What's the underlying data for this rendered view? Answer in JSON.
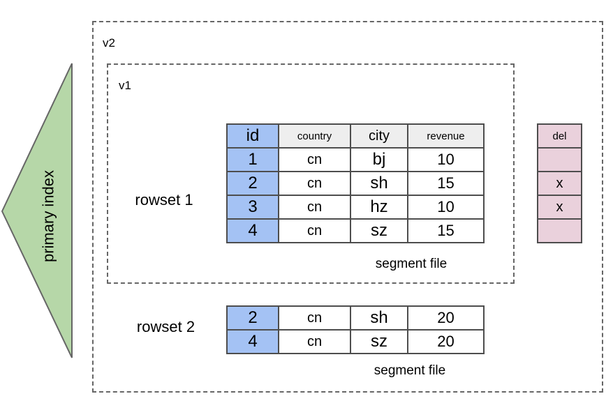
{
  "labels": {
    "v2": "v2",
    "v1": "v1",
    "primary_index": "primary index"
  },
  "rowset1": {
    "label": "rowset 1",
    "caption": "segment file",
    "headers": [
      "id",
      "country",
      "city",
      "revenue"
    ],
    "rows": [
      [
        "1",
        "cn",
        "bj",
        "10"
      ],
      [
        "2",
        "cn",
        "sh",
        "15"
      ],
      [
        "3",
        "cn",
        "hz",
        "10"
      ],
      [
        "4",
        "cn",
        "sz",
        "15"
      ]
    ]
  },
  "del_column": {
    "header": "del",
    "cells": [
      "",
      "x",
      "x",
      ""
    ]
  },
  "rowset2": {
    "label": "rowset 2",
    "caption": "segment file",
    "rows": [
      [
        "2",
        "cn",
        "sh",
        "20"
      ],
      [
        "4",
        "cn",
        "sz",
        "20"
      ]
    ]
  },
  "colors": {
    "id_cell": "#a4c2f4",
    "header_cell": "#eeeeee",
    "del_cell": "#ead1dc",
    "triangle_fill": "#b6d7a8",
    "table_border": "#4d4d4d",
    "dashed_border": "#666666",
    "text": "#000000"
  }
}
